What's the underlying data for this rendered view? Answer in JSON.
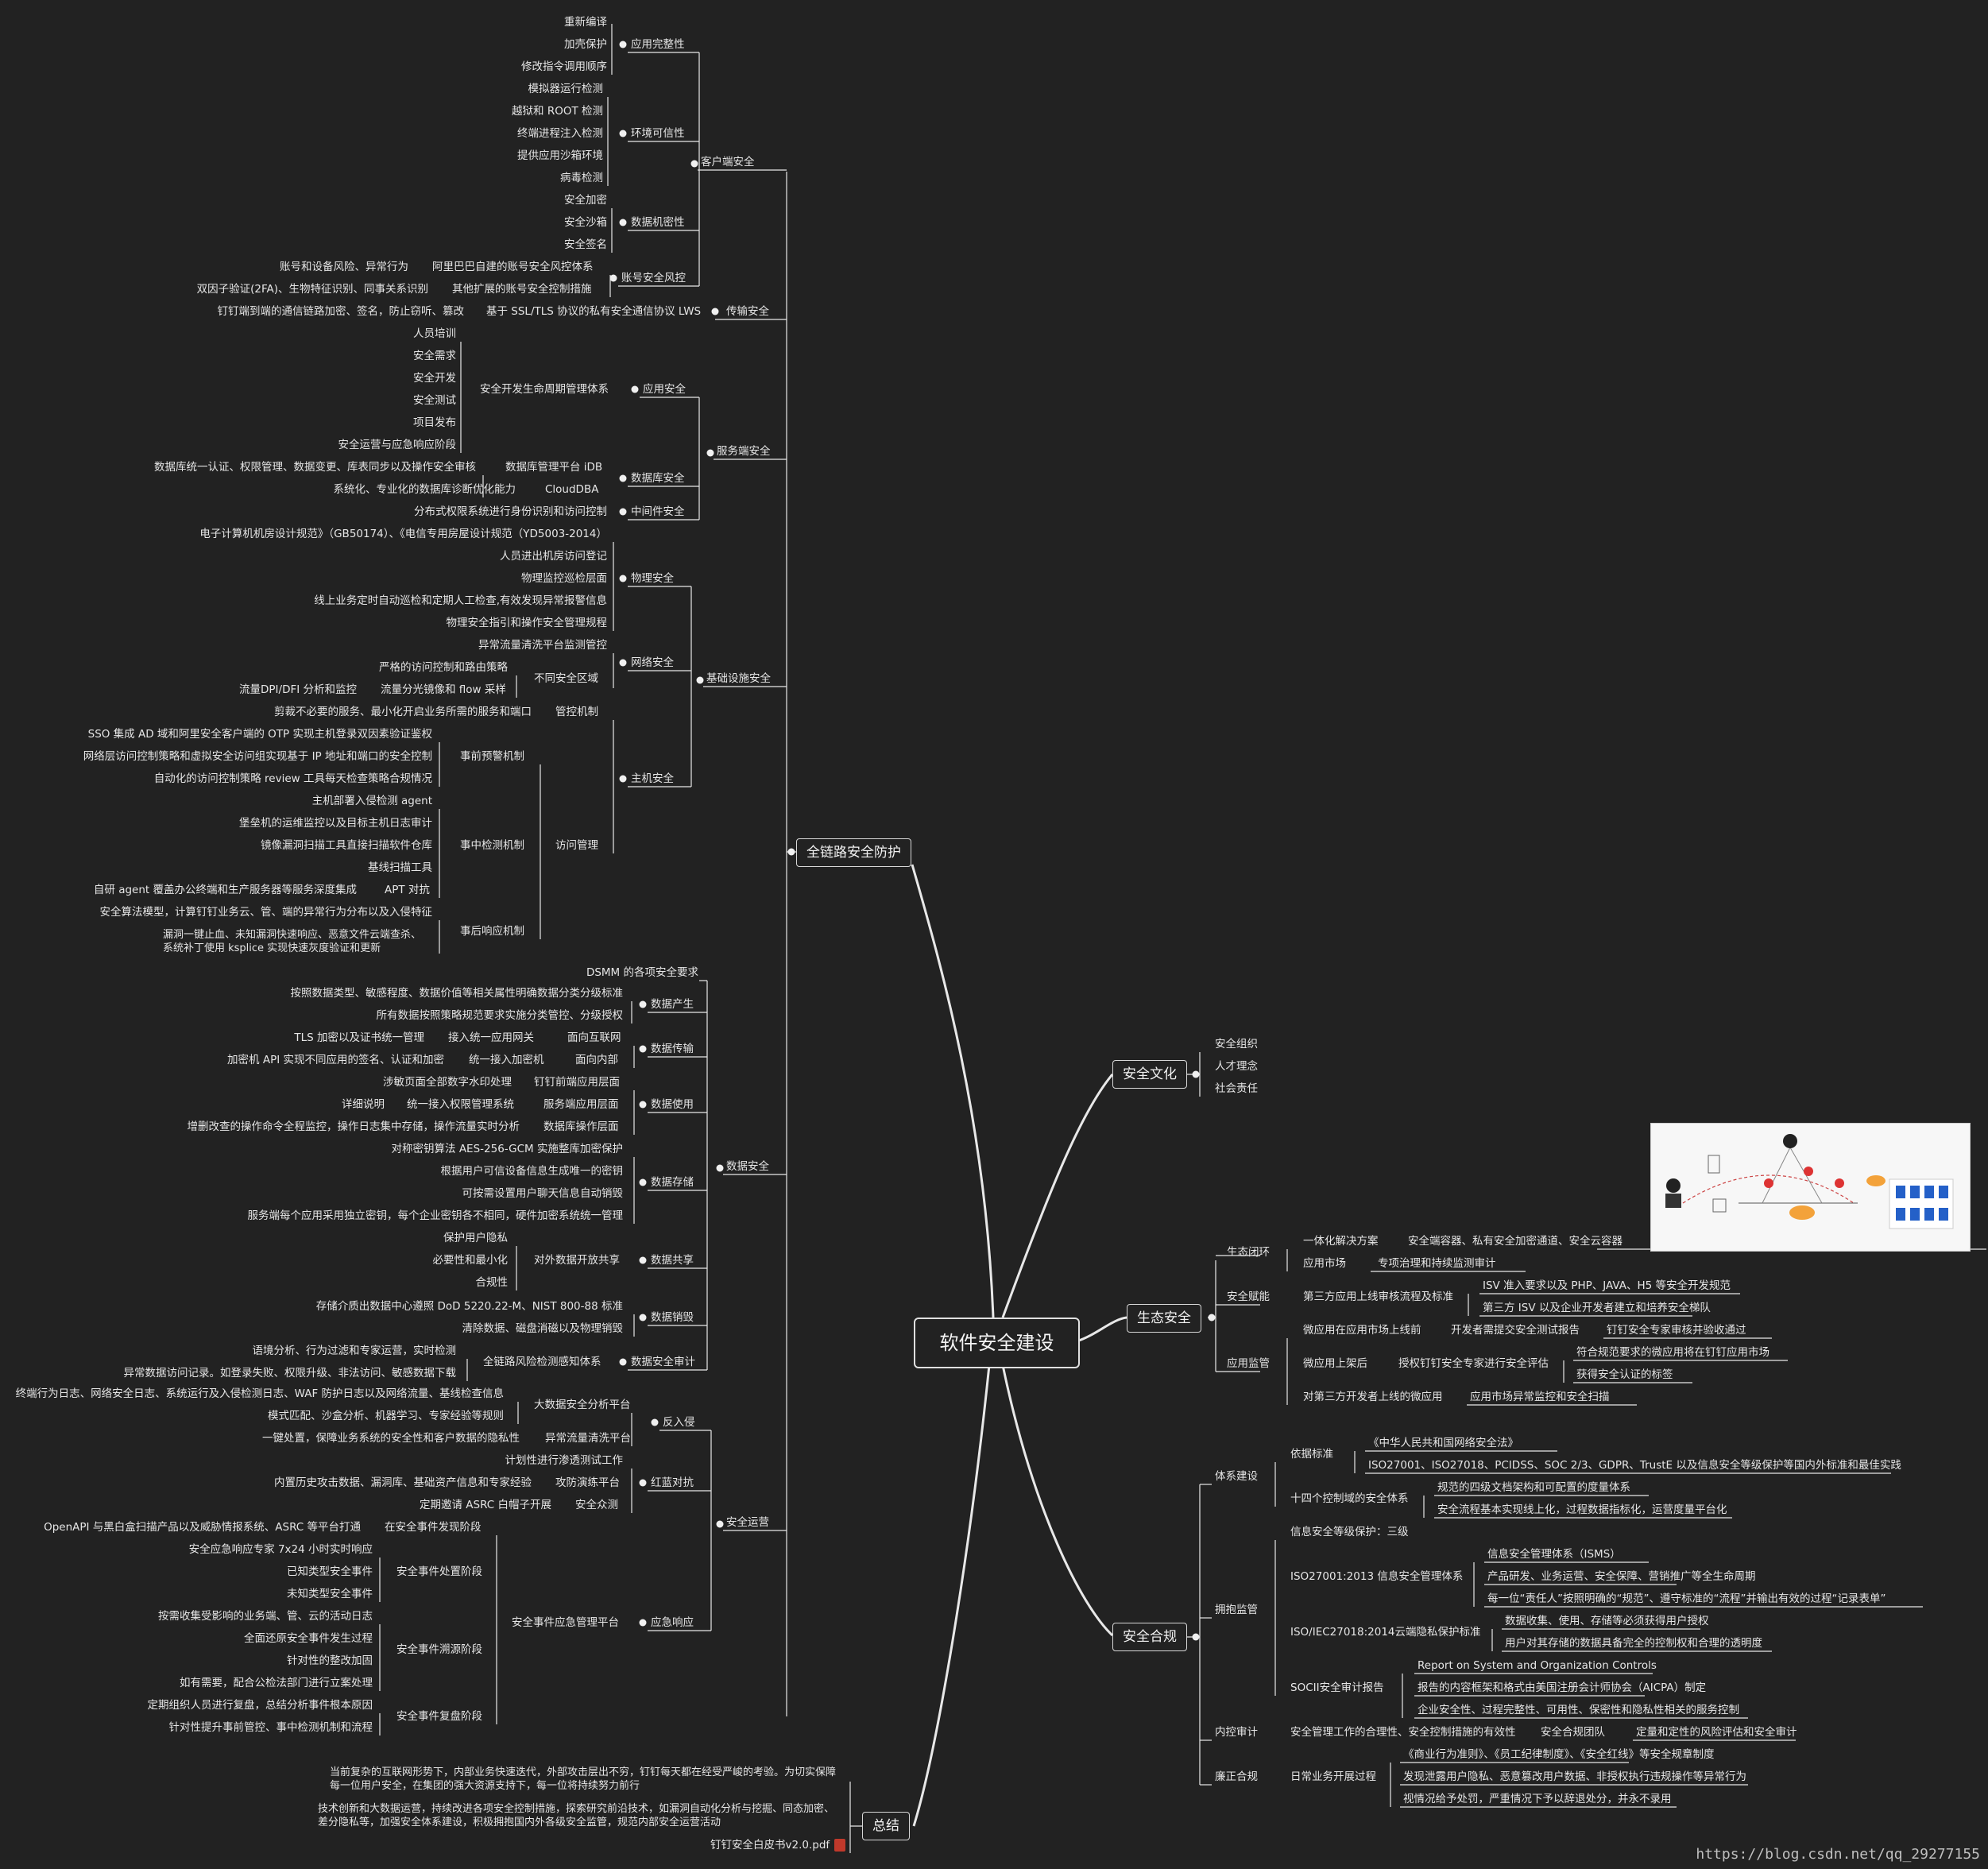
{
  "root": "软件安全建设",
  "branches": {
    "full": "全链路安全防护",
    "culture": "安全文化",
    "eco": "生态安全",
    "comp": "安全合规",
    "summary": "总结"
  },
  "client": {
    "label": "客户端安全",
    "app_integrity": {
      "label": "应用完整性",
      "items": [
        "重新编译",
        "加壳保护",
        "修改指令调用顺序"
      ]
    },
    "env_trust": {
      "label": "环境可信性",
      "items": [
        "模拟器运行检测",
        "越狱和 ROOT 检测",
        "终端进程注入检测",
        "提供应用沙箱环境",
        "病毒检测"
      ]
    },
    "data_conf": {
      "label": "数据机密性",
      "items": [
        "安全加密",
        "安全沙箱",
        "安全签名"
      ]
    },
    "account": {
      "label": "账号安全风控",
      "ali": "阿里巴巴自建的账号安全风控体系",
      "ali_leaf": "账号和设备风险、异常行为",
      "ext": "其他扩展的账号安全控制措施",
      "ext_leaf": "双因子验证(2FA)、生物特征识别、同事关系识别"
    },
    "transport": {
      "label": "传输安全",
      "mid": "基于 SSL/TLS 协议的私有安全通信协议 LWS",
      "leaf": "钉钉端到端的通信链路加密、签名，防止窃听、篡改"
    }
  },
  "server": {
    "label": "服务端安全",
    "app": {
      "label": "应用安全",
      "sdl": "安全开发生命周期管理体系",
      "items": [
        "人员培训",
        "安全需求",
        "安全开发",
        "安全测试",
        "项目发布",
        "安全运营与应急响应阶段"
      ]
    },
    "db": {
      "label": "数据库安全",
      "idb": "数据库管理平台 iDB",
      "idb_leaf": "数据库统一认证、权限管理、数据变更、库表同步以及操作安全审核",
      "cloud": "CloudDBA",
      "cloud_leaf": "系统化、专业化的数据库诊断优化能力"
    },
    "mw": {
      "label": "中间件安全",
      "leaf": "分布式权限系统进行身份识别和访问控制"
    }
  },
  "infra": {
    "label": "基础设施安全",
    "phys": {
      "label": "物理安全",
      "items": [
        "电子计算机机房设计规范》（GB50174）、《电信专用房屋设计规范（YD5003-2014）",
        "人员进出机房访问登记",
        "物理监控巡检层面",
        "线上业务定时自动巡检和定期人工检查,有效发现异常报警信息",
        "物理安全指引和操作安全管理规程"
      ]
    },
    "net": {
      "label": "网络安全",
      "items": [
        "异常流量清洗平台监测管控",
        "严格的访问控制和路由策略"
      ],
      "zone": "不同安全区域",
      "flow": "流量分光镜像和 flow 采样",
      "flow_leaf": "流量DPI/DFI 分析和监控"
    },
    "host": {
      "label": "主机安全",
      "ctrl": "管控机制",
      "ctrl_leaf": "剪裁不必要的服务、最小化开启业务所需的服务和端口",
      "access": "访问管理",
      "pre": "事前预警机制",
      "pre_items": [
        "SSO 集成 AD 域和阿里安全客户端的 OTP 实现主机登录双因素验证鉴权",
        "网络层访问控制策略和虚拟安全访问组实现基于 IP 地址和端口的安全控制",
        "自动化的访问控制策略 review 工具每天检查策略合规情况"
      ],
      "mid": "事中检测机制",
      "mid_items": [
        "主机部署入侵检测 agent",
        "堡垒机的运维监控以及目标主机日志审计",
        "镜像漏洞扫描工具直接扫描软件仓库",
        "基线扫描工具"
      ],
      "apt": "APT 对抗",
      "apt_leaf": "自研 agent 覆盖办公终端和生产服务器等服务深度集成",
      "post": "事后响应机制",
      "post_items": [
        "安全算法模型，计算钉钉业务云、管、端的异常行为分布以及入侵特征",
        "漏洞一键止血、未知漏洞快速响应、恶意文件云端查杀、系统补丁使用 ksplice 实现快速灰度验证和更新"
      ]
    }
  },
  "data_sec": {
    "label": "数据安全",
    "dsmm": "DSMM 的各项安全要求",
    "gen": {
      "label": "数据产生",
      "items": [
        "按照数据类型、敏感程度、数据价值等相关属性明确数据分类分级标准",
        "所有数据按照策略规范要求实施分类管控、分级授权"
      ]
    },
    "trans": {
      "label": "数据传输",
      "internet": "面向互联网",
      "gw": "接入统一应用网关",
      "gw_leaf": "TLS 加密以及证书统一管理",
      "inner": "面向内部",
      "acc": "统一接入加密机",
      "acc_leaf": "加密机 API 实现不同应用的签名、认证和加密"
    },
    "use": {
      "label": "数据使用",
      "front": "钉钉前端应用层面",
      "front_leaf": "涉敏页面全部数字水印处理",
      "server": "服务端应用层面",
      "server_mid": "统一接入权限管理系统",
      "server_leaf": "详细说明",
      "dbl": "数据库操作层面",
      "db_leaf": "增删改查的操作命令全程监控，操作日志集中存储，操作流量实时分析"
    },
    "store": {
      "label": "数据存储",
      "items": [
        "对称密钥算法 AES-256-GCM 实施整库加密保护",
        "根据用户可信设备信息生成唯一的密钥",
        "可按需设置用户聊天信息自动销毁",
        "服务端每个应用采用独立密钥，每个企业密钥各不相同，硬件加密系统统一管理"
      ]
    },
    "share": {
      "label": "数据共享",
      "mid": "对外数据开放共享",
      "items": [
        "保护用户隐私",
        "必要性和最小化",
        "合规性"
      ]
    },
    "destroy": {
      "label": "数据销毁",
      "items": [
        "存储介质出数据中心遵照 DoD 5220.22-M、NIST 800-88 标准",
        "清除数据、磁盘消磁以及物理销毁"
      ]
    },
    "audit": {
      "label": "数据安全审计",
      "mid": "全链路风险检测感知体系",
      "items": [
        "语境分析、行为过滤和专家运营，实时检测",
        "异常数据访问记录。如登录失败、权限升级、非法访问、敏感数据下载"
      ]
    }
  },
  "ops": {
    "label": "安全运营",
    "anti": {
      "label": "反入侵",
      "bigdata": "大数据安全分析平台",
      "bigdata_items": [
        "终端行为日志、网络安全日志、系统运行及入侵检测日志、WAF 防护日志以及网络流量、基线检查信息",
        "模式匹配、沙盒分析、机器学习、专家经验等规则"
      ],
      "clean": "异常流量清洗平台",
      "clean_leaf": "一键处置，保障业务系统的安全性和客户数据的隐私性"
    },
    "redblue": {
      "label": "红蓝对抗",
      "items": [
        "计划性进行渗透测试工作"
      ],
      "drill": "攻防演练平台",
      "drill_leaf": "内置历史攻击数据、漏洞库、基础资产信息和专家经验",
      "crowd": "安全众测",
      "crowd_leaf": "定期邀请 ASRC 白帽子开展"
    },
    "resp": {
      "label": "应急响应",
      "plat": "安全事件应急管理平台",
      "find": "在安全事件发现阶段",
      "find_leaf": "OpenAPI 与黑白盒扫描产品以及威胁情报系统、ASRC 等平台打通",
      "handle": "安全事件处置阶段",
      "handle_items": [
        "安全应急响应专家 7x24 小时实时响应",
        "已知类型安全事件",
        "未知类型安全事件"
      ],
      "trace": "安全事件溯源阶段",
      "trace_items": [
        "按需收集受影响的业务端、管、云的活动日志",
        "全面还原安全事件发生过程",
        "针对性的整改加固",
        "如有需要，配合公检法部门进行立案处理"
      ],
      "review": "安全事件复盘阶段",
      "review_items": [
        "定期组织人员进行复盘，总结分析事件根本原因",
        "针对性提升事前管控、事中检测机制和流程"
      ]
    }
  },
  "summary": {
    "p1": "当前复杂的互联网形势下，内部业务快速迭代，外部攻击层出不穷，钉钉每天都在经受严峻的考验。为切实保障每一位用户安全，在集团的强大资源支持下，每一位将持续努力前行",
    "p2": "技术创新和大数据运营，持续改进各项安全控制措施，探索研究前沿技术，如漏洞自动化分析与挖掘、同态加密、差分隐私等，加强安全体系建设，积极拥抱国内外各级安全监管，规范内部安全运营活动",
    "file": "钉钉安全白皮书v2.0.pdf"
  },
  "culture": {
    "items": [
      "安全组织",
      "人才理念",
      "社会责任"
    ]
  },
  "eco": {
    "loop": {
      "label": "生态闭环",
      "sol": "一体化解决方案",
      "sol_leaf": "安全端容器、私有安全加密通道、安全云容器",
      "market": "应用市场",
      "market_leaf": "专项治理和持续监测审计"
    },
    "empower": {
      "label": "安全赋能",
      "mid": "第三方应用上线审核流程及标准",
      "items": [
        "ISV 准入要求以及 PHP、JAVA、H5 等安全开发规范",
        "第三方 ISV 以及企业开发者建立和培养安全梯队"
      ]
    },
    "monitor": {
      "label": "应用监管",
      "pre": "微应用在应用市场上线前",
      "pre_mid": "开发者需提交安全测试报告",
      "pre_leaf": "钉钉安全专家审核并验收通过",
      "post": "微应用上架后",
      "post_mid": "授权钉钉安全专家进行安全评估",
      "post_items": [
        "符合规范要求的微应用将在钉钉应用市场",
        "获得安全认证的标签"
      ],
      "third": "对第三方开发者上线的微应用",
      "third_leaf": "应用市场异常监控和安全扫描"
    }
  },
  "comp": {
    "system": {
      "label": "体系建设",
      "basis": "依据标准",
      "basis_items": [
        "《中华人民共和国网络安全法》",
        "ISO27001、ISO27018、PCIDSS、SOC 2/3、GDPR、TrustE 以及信息安全等级保护等国内外标准和最佳实践"
      ],
      "domains": "十四个控制域的安全体系",
      "domain_items": [
        "规范的四级文档架构和可配置的度量体系",
        "安全流程基本实现线上化，过程数据指标化，运营度量平台化"
      ]
    },
    "reg": {
      "label": "拥抱监管",
      "level": "信息安全等级保护：三级",
      "iso1": "ISO27001:2013 信息安全管理体系",
      "iso1_items": [
        "信息安全管理体系（ISMS）",
        "产品研发、业务运营、安全保障、营销推广等全生命周期",
        "每一位“责任人”按照明确的“规范”、遵守标准的“流程”并输出有效的过程“记录表单”"
      ],
      "iso2": "ISO/IEC27018:2014云端隐私保护标准",
      "iso2_items": [
        "数据收集、使用、存储等必须获得用户授权",
        "用户对其存储的数据具备完全的控制权和合理的透明度"
      ],
      "soc": "SOCII安全审计报告",
      "soc_items": [
        "Report on System and Organization Controls",
        "报告的内容框架和格式由美国注册会计师协会（AICPA）制定",
        "企业安全性、过程完整性、可用性、保密性和隐私性相关的服务控制"
      ]
    },
    "internal": {
      "label": "内控审计",
      "mid": "安全管理工作的合理性、安全控制措施的有效性",
      "team": "安全合规团队",
      "leaf": "定量和定性的风险评估和安全审计"
    },
    "honest": {
      "label": "廉正合规",
      "mid": "日常业务开展过程",
      "items": [
        "《商业行为准则》、《员工纪律制度》、《安全红线》等安全规章制度",
        "发现泄露用户隐私、恶意篡改用户数据、非授权执行违规操作等异常行为",
        "视情况给予处罚，严重情况下予以辞退处分，并永不录用"
      ]
    }
  },
  "watermark": "https://blog.csdn.net/qq_29277155",
  "colors": {
    "bg": "#222222",
    "line": "#e8e8e8",
    "text": "#e6e6e6"
  }
}
